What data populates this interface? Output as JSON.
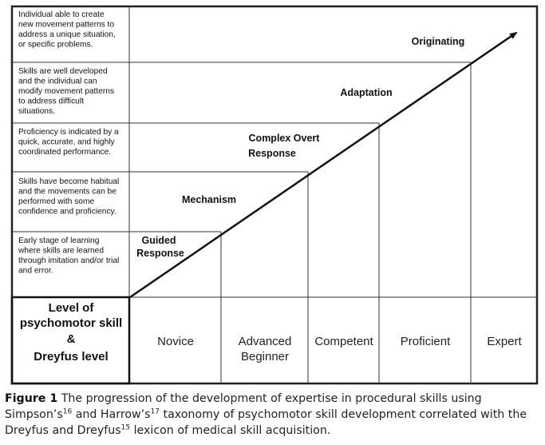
{
  "rows": [
    {
      "description": [
        "Individual able to create",
        "new movement patterns to",
        "address a unique situation,",
        "or specific problems."
      ]
    },
    {
      "description": [
        "Skills are well developed",
        "and the individual can",
        "modify movement patterns",
        "to address difficult",
        "situations."
      ]
    },
    {
      "description": [
        "Proficiency is indicated by a",
        "quick, accurate, and highly",
        "coordinated performance."
      ]
    },
    {
      "description": [
        "Skills have become habitual",
        "and the movements can be",
        "performed with some",
        "confidence and proficiency."
      ]
    },
    {
      "description": [
        "Early stage of learning",
        "where skills are learned",
        "through imitation and/or trial",
        "and error."
      ]
    }
  ],
  "stages": [
    {
      "lines": [
        "Guided",
        "Response"
      ]
    },
    {
      "lines": [
        "Mechanism"
      ]
    },
    {
      "lines": [
        "Complex Overt",
        "Response"
      ]
    },
    {
      "lines": [
        "Adaptation"
      ]
    },
    {
      "lines": [
        "Originating"
      ]
    }
  ],
  "level_header": [
    "Level of",
    "psychomotor skill",
    "&",
    "Dreyfus level"
  ],
  "dreyfus_levels": [
    {
      "lines": [
        "Novice"
      ]
    },
    {
      "lines": [
        "Advanced",
        "Beginner"
      ]
    },
    {
      "lines": [
        "Competent"
      ]
    },
    {
      "lines": [
        "Proficient"
      ]
    },
    {
      "lines": [
        "Expert"
      ]
    }
  ],
  "caption": {
    "label": "Figure 1",
    "t1": " The progression of the development of expertise in procedural skills using Simpson’s",
    "r1": "16",
    "t2": " and Harrow’s",
    "r2": "17",
    "t3": " taxonomy of psychomotor skill development correlated with the Dreyfus and Dreyfus",
    "r3": "15",
    "t4": " lexicon of medical skill acquisition."
  }
}
